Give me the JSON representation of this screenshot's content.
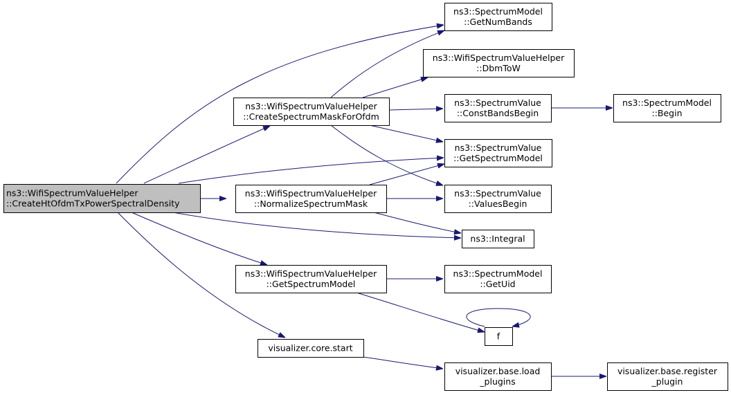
{
  "colors": {
    "edge": "#191970",
    "root_fill": "#bfbfbf",
    "node_fill": "#ffffff",
    "node_border": "#000000"
  },
  "nodes": {
    "root": [
      "ns3::WifiSpectrumValueHelper",
      "::CreateHtOfdmTxPowerSpectralDensity"
    ],
    "create_mask": [
      "ns3::WifiSpectrumValueHelper",
      "::CreateSpectrumMaskForOfdm"
    ],
    "normalize_mask": [
      "ns3::WifiSpectrumValueHelper",
      "::NormalizeSpectrumMask"
    ],
    "wsvh_get_spectrum_model": [
      "ns3::WifiSpectrumValueHelper",
      "::GetSpectrumModel"
    ],
    "viz_core_start": [
      "visualizer.core.start"
    ],
    "sm_get_num_bands": [
      "ns3::SpectrumModel",
      "::GetNumBands"
    ],
    "dbm_to_w": [
      "ns3::WifiSpectrumValueHelper",
      "::DbmToW"
    ],
    "const_bands_begin": [
      "ns3::SpectrumValue",
      "::ConstBandsBegin"
    ],
    "sm_begin": [
      "ns3::SpectrumModel",
      "::Begin"
    ],
    "sv_get_spectrum_model": [
      "ns3::SpectrumValue",
      "::GetSpectrumModel"
    ],
    "values_begin": [
      "ns3::SpectrumValue",
      "::ValuesBegin"
    ],
    "integral": [
      "ns3::Integral"
    ],
    "get_uid": [
      "ns3::SpectrumModel",
      "::GetUid"
    ],
    "f": [
      "f"
    ],
    "load_plugins": [
      "visualizer.base.load",
      "_plugins"
    ],
    "register_plugin": [
      "visualizer.base.register",
      "_plugin"
    ]
  }
}
